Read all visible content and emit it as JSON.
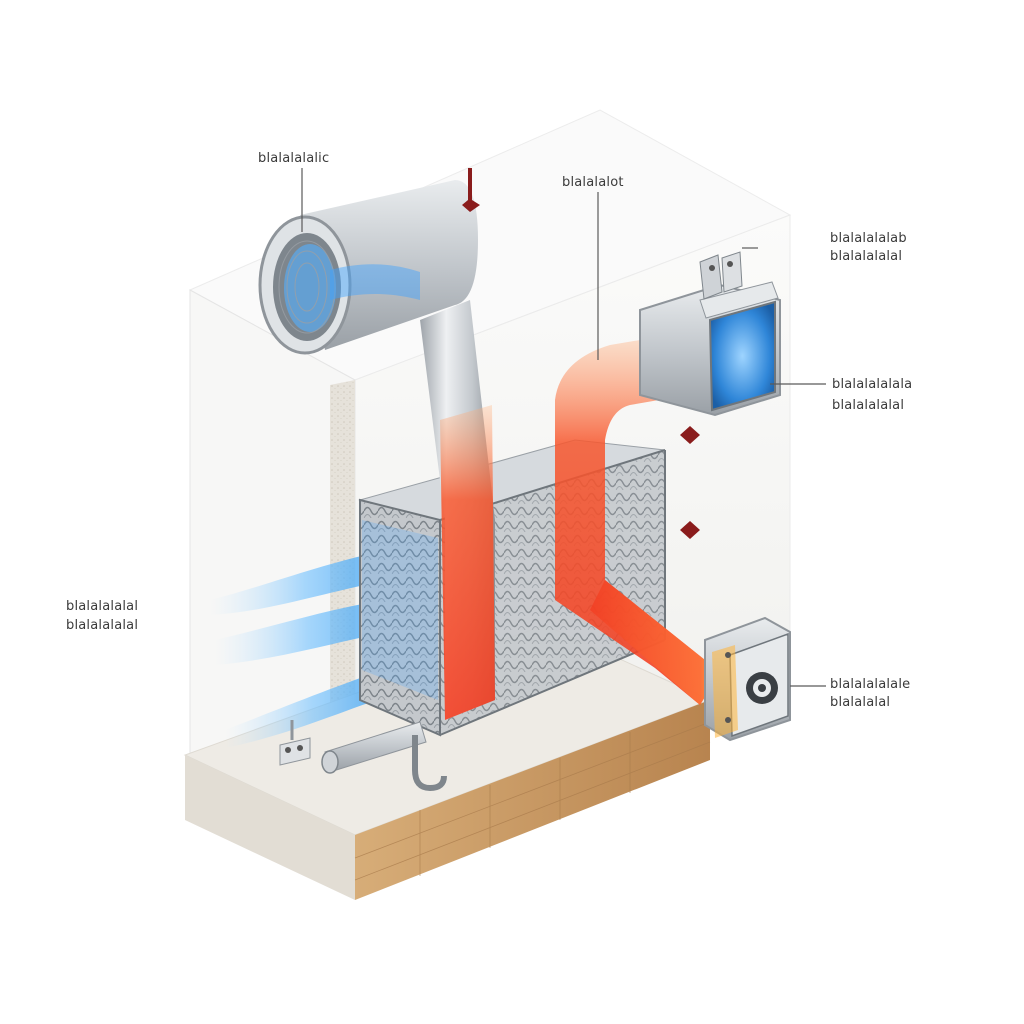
{
  "diagram": {
    "colors": {
      "hot_flow": "#f23d22",
      "cold_flow": "#2f9bf2",
      "metal": "#c9ced3",
      "wall": "#f4f4f2",
      "foundation": "#c99a66",
      "marker": "#8a1c1c"
    },
    "icons": [
      "duct-elbow-icon",
      "vent-box-icon",
      "heat-exchanger-core-icon",
      "drain-pipe-icon",
      "fan-unit-icon"
    ],
    "callouts": [
      {
        "id": "top-left",
        "lines": [
          "blalalalalic"
        ]
      },
      {
        "id": "top-center",
        "lines": [
          "blalalalot"
        ]
      },
      {
        "id": "upper-right",
        "lines": [
          "blalalalalab",
          "blalalalalal"
        ]
      },
      {
        "id": "mid-right",
        "lines": [
          "blalalalalala",
          "blalalalalal"
        ]
      },
      {
        "id": "left",
        "lines": [
          "blalalalalal",
          "blalalalalal"
        ]
      },
      {
        "id": "bottom-right",
        "lines": [
          "blalalalalale",
          "blalalalal"
        ]
      }
    ]
  }
}
